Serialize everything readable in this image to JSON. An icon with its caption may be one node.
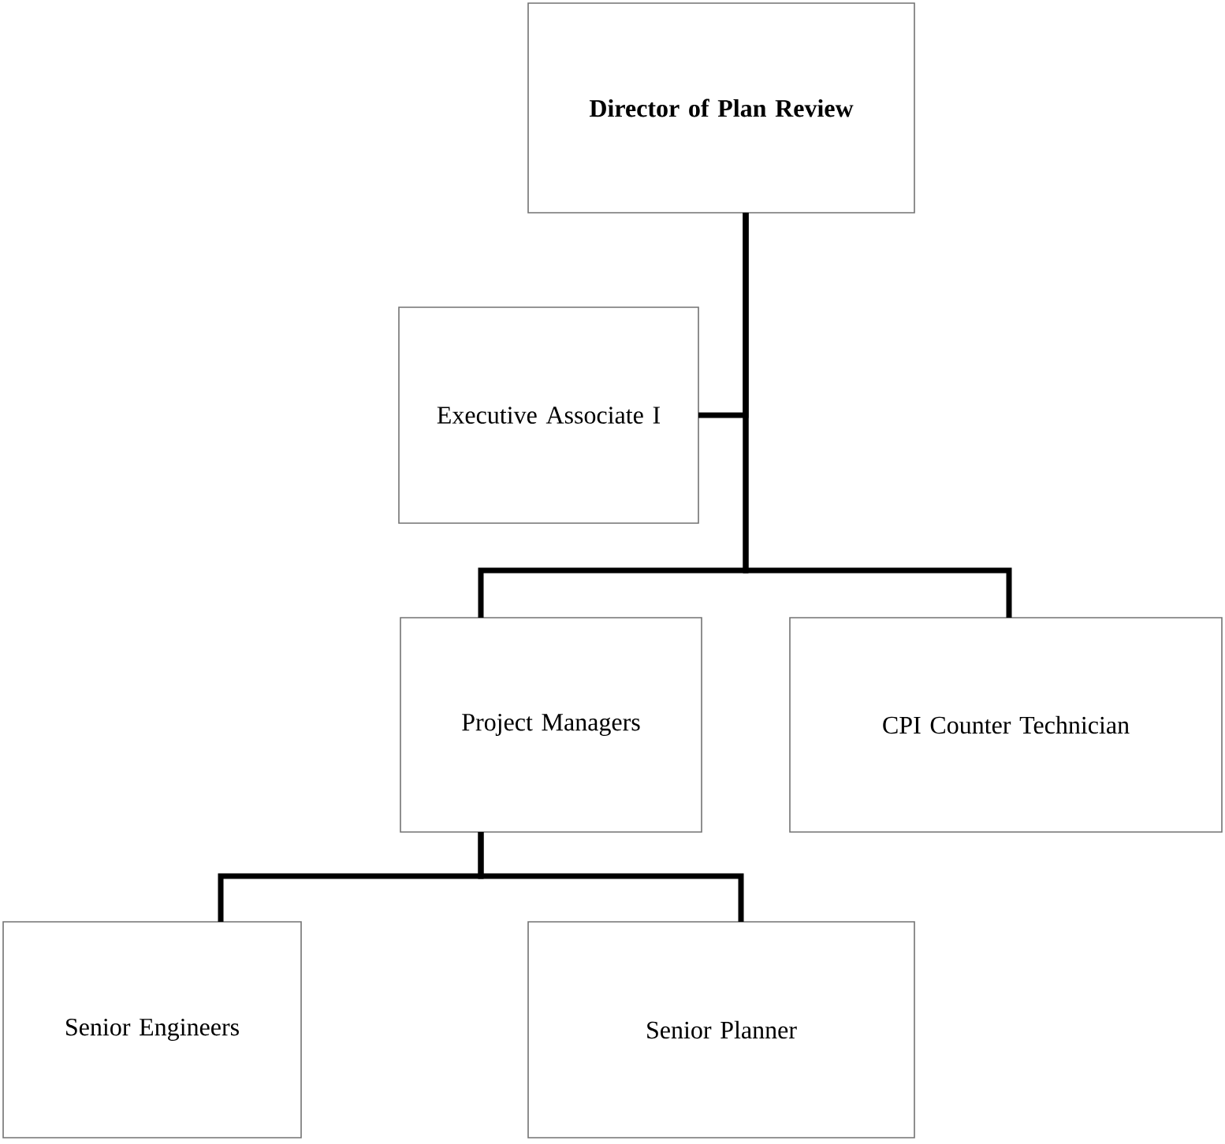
{
  "diagram": {
    "nodes": [
      {
        "text": [
          "Director of Plan Review"
        ]
      },
      {
        "text": [
          "Executive Associate I"
        ]
      },
      {
        "text": [
          "Project Managers"
        ]
      },
      {
        "text": [
          "CPI Counter Technician"
        ]
      },
      {
        "text": [
          "Senior Engineers"
        ]
      },
      {
        "text": [
          "Senior Planner"
        ]
      }
    ],
    "edges": [
      {
        "from": 0,
        "to": 1,
        "arrow": "none"
      },
      {
        "from": 0,
        "to": 2,
        "arrow": "none"
      },
      {
        "from": 0,
        "to": 3,
        "arrow": "none"
      },
      {
        "from": 2,
        "to": 4,
        "arrow": "none"
      },
      {
        "from": 2,
        "to": 5,
        "arrow": "none"
      }
    ]
  }
}
